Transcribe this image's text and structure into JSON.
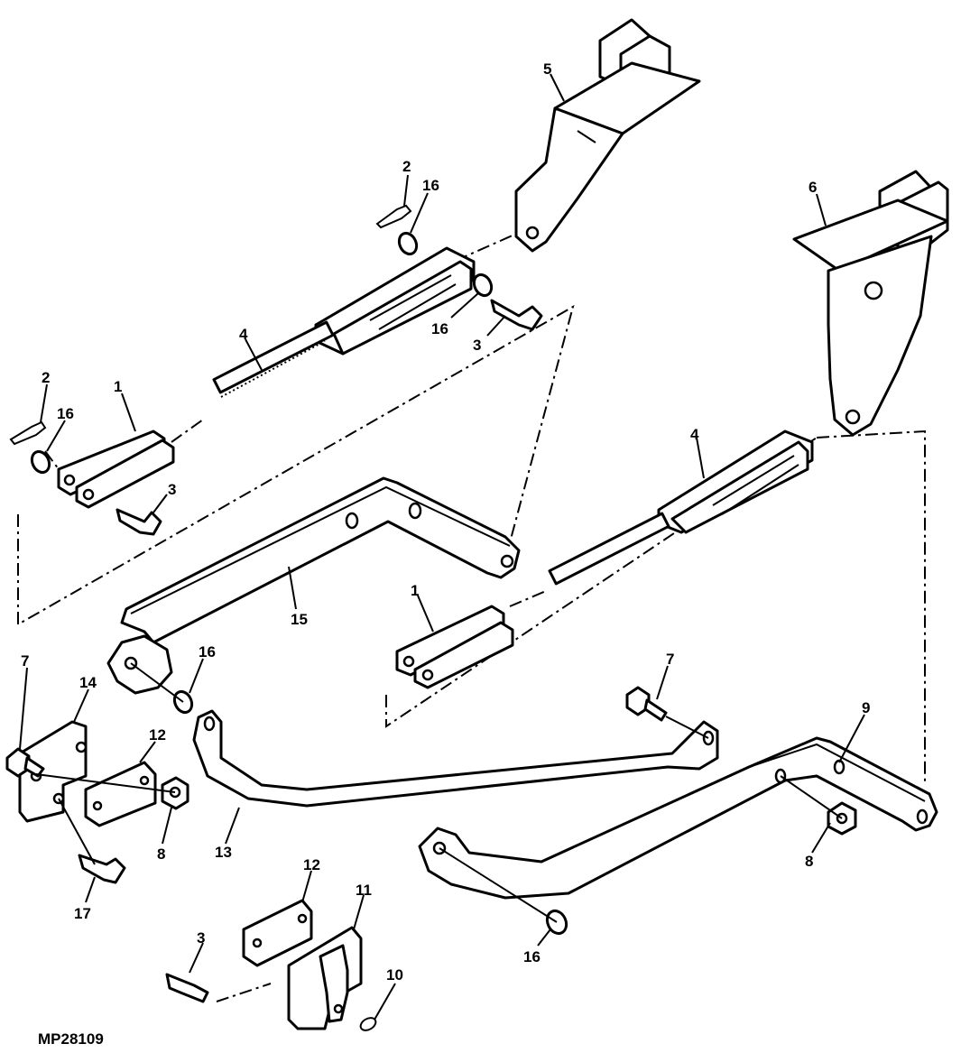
{
  "figure_id": "MP28109",
  "callouts": [
    "1",
    "1",
    "2",
    "2",
    "3",
    "3",
    "3",
    "4",
    "4",
    "5",
    "6",
    "7",
    "7",
    "8",
    "8",
    "9",
    "10",
    "11",
    "12",
    "12",
    "13",
    "14",
    "15",
    "16",
    "16",
    "16",
    "16",
    "16",
    "17"
  ]
}
